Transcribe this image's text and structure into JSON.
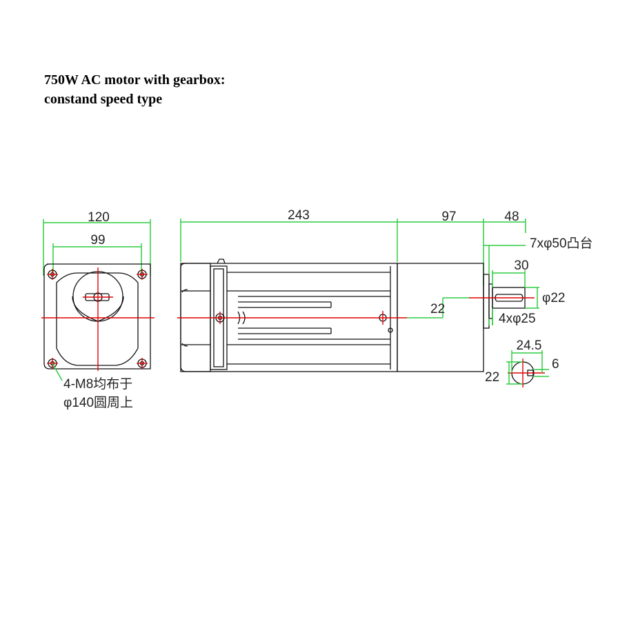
{
  "title": {
    "line1": "750W AC motor with gearbox:",
    "line2": "constand speed type"
  },
  "front_view": {
    "width_outer": "120",
    "width_bolt": "99",
    "mount_note_line1": "4-M8均布于",
    "mount_note_line2": "φ140圆周上"
  },
  "side_view": {
    "length_motor": "243",
    "length_gearbox": "97",
    "length_shaft": "48",
    "boss_label": "7xφ50凸台",
    "shaft_length": "30",
    "shaft_diameter": "φ22",
    "offset": "22",
    "shaft_step": "4xφ25"
  },
  "shaft_section": {
    "key_height": "24.5",
    "key_width": "6",
    "diameter": "22"
  },
  "colors": {
    "dimension_line": "#2ecc40",
    "center_line": "#e00000",
    "outline": "#111111"
  }
}
